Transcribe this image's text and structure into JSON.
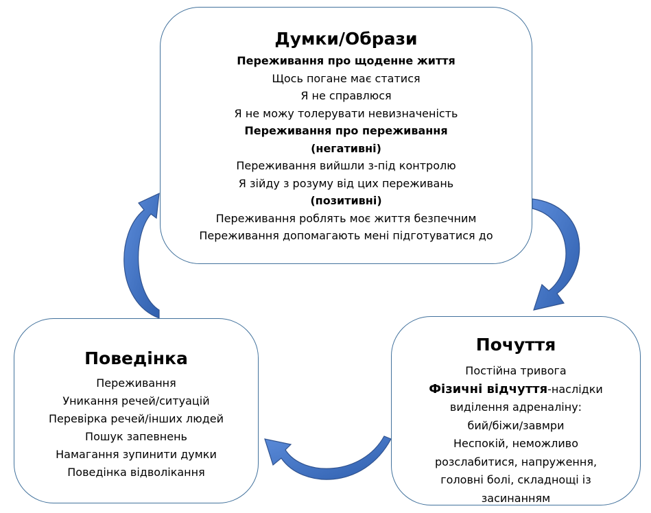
{
  "colors": {
    "box_border": "#41719c",
    "arrow_fill": "#4472c4",
    "arrow_dark": "#2f528f"
  },
  "thoughts": {
    "title": "Думки/Образи",
    "lines": [
      {
        "text": "Переживання про щоденне життя",
        "bold": true
      },
      {
        "text": "Щось погане має статися",
        "bold": false
      },
      {
        "text": "Я не справлюся",
        "bold": false
      },
      {
        "text": "Я не можу толерувати невизначеність",
        "bold": false
      },
      {
        "text": "Переживання про переживання",
        "bold": true
      },
      {
        "text": "(негативні)",
        "bold": true
      },
      {
        "text": "Переживання вийшли з-під контролю",
        "bold": false
      },
      {
        "text": "Я зійду з розуму від цих переживань",
        "bold": false
      },
      {
        "text": "(позитивні)",
        "bold": true
      },
      {
        "text": "Переживання роблять моє життя безпечним",
        "bold": false
      },
      {
        "text": "Переживання допомагають мені підготуватися до",
        "bold": false
      }
    ]
  },
  "feelings": {
    "title": "Почуття",
    "line1": "Постійна тривога",
    "physical_bold": "Фізичні відчуття",
    "physical_rest": "-наслідки",
    "lines": [
      "виділення адреналіну:",
      "бий/біжи/завмри",
      "Неспокій, неможливо",
      "розслабитися, напруження,",
      "головні болі, складнощі із",
      "засинанням"
    ]
  },
  "behavior": {
    "title": "Поведінка",
    "lines": [
      "Переживання",
      "Уникання речей/ситуацій",
      "Перевірка речей/інших людей",
      "Пошук запевнень",
      "Намагання зупинити думки",
      "Поведінка відволікання"
    ]
  }
}
